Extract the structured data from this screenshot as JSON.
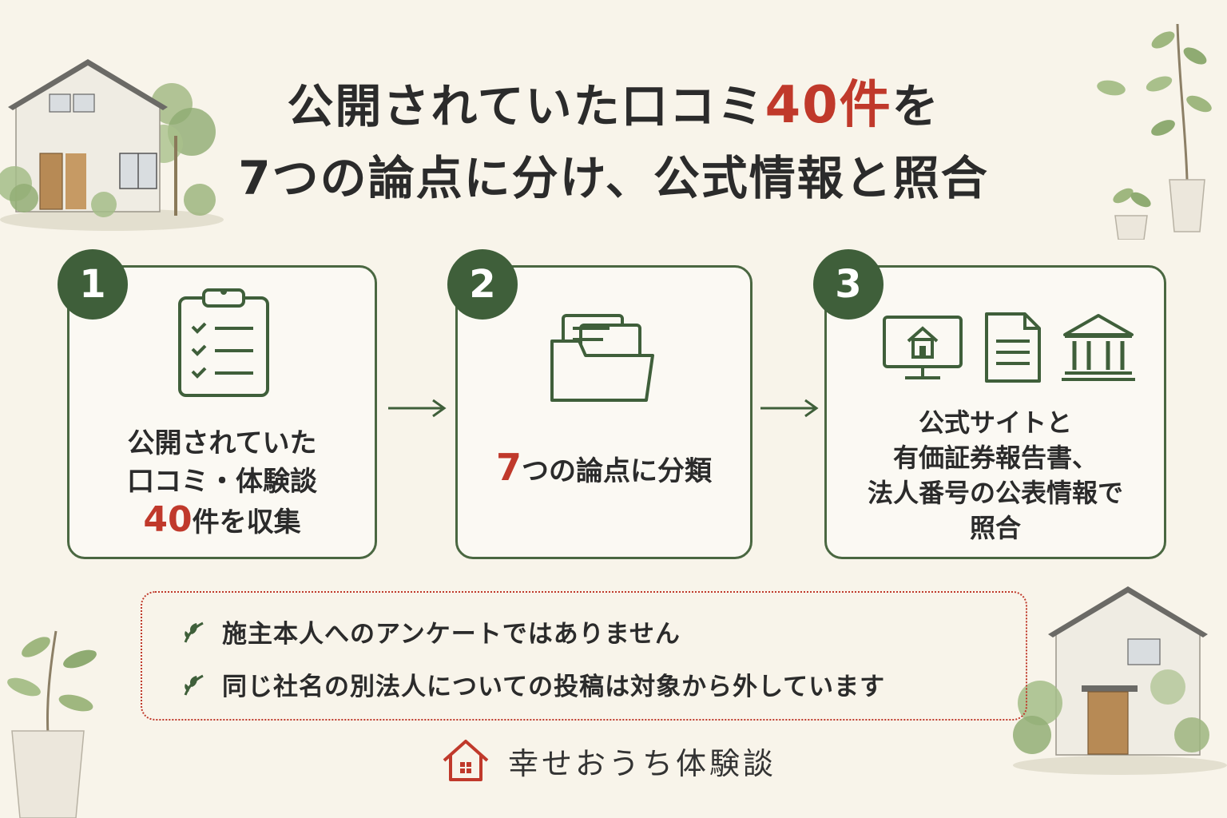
{
  "title": {
    "line1_a": "公開されていた口コミ",
    "line1_accent": "40件",
    "line1_b": "を",
    "line2": "7つの論点に分け、公式情報と照合"
  },
  "steps": [
    {
      "number": "1",
      "line1": "公開されていた",
      "line2": "口コミ・体験談",
      "num": "40",
      "line3_rest": "件を収集"
    },
    {
      "number": "2",
      "num": "7",
      "text_rest": "つの論点に分類"
    },
    {
      "number": "3",
      "line1": "公式サイトと",
      "line2": "有価証券報告書、",
      "line3": "法人番号の公表情報で",
      "line4": "照合"
    }
  ],
  "notes": [
    "施主本人へのアンケートではありません",
    "同じ社名の別法人についての投稿は対象から外しています"
  ],
  "brand": {
    "name": "幸せおうち体験談"
  },
  "colors": {
    "accent": "#c0392b",
    "green": "#3f5f3a",
    "background": "#f8f4ea"
  },
  "icons": [
    "clipboard-checklist-icon",
    "folder-documents-icon",
    "monitor-house-icon",
    "document-icon",
    "bank-building-icon",
    "leaf-icon",
    "house-logo-icon"
  ]
}
